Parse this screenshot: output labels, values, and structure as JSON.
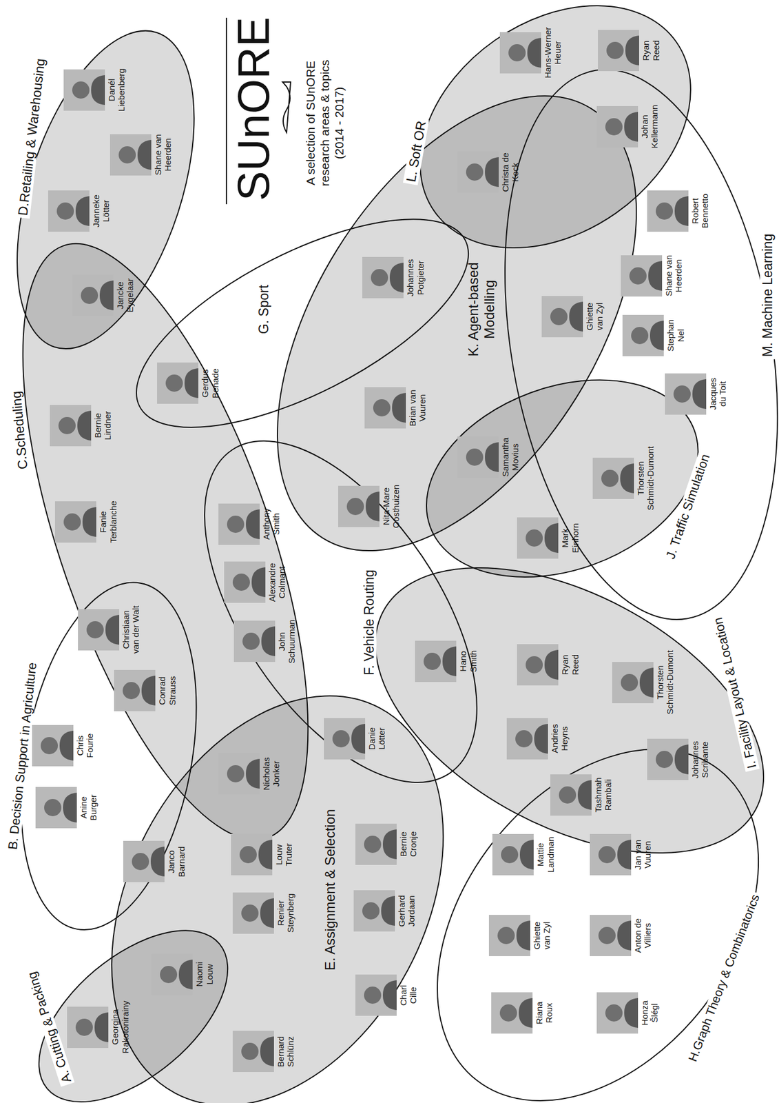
{
  "diagram": {
    "title": "A selection of SUnORE research areas & topics (2014 - 2017)",
    "nodes": [
      {
        "text": [
          "A. Cutting & Packing"
        ]
      },
      {
        "text": [
          "B. Decision Support in Agriculture"
        ]
      },
      {
        "text": [
          "C.Scheduling"
        ]
      },
      {
        "text": [
          "D.Retailing & Warehousing"
        ]
      },
      {
        "text": [
          "E. Assignment & Selection"
        ]
      },
      {
        "text": [
          "F. Vehicle Routing"
        ]
      },
      {
        "text": [
          "G. Sport"
        ]
      },
      {
        "text": [
          "H.Graph Theory & Combinatorics"
        ]
      },
      {
        "text": [
          "I. Facility Layout & Location"
        ]
      },
      {
        "text": [
          "J. Traffic Simulation"
        ]
      },
      {
        "text": [
          "K. Agent-based Modelling"
        ]
      },
      {
        "text": [
          "L. Soft OR"
        ]
      },
      {
        "text": [
          "M. Machine Learning"
        ]
      },
      {
        "text": [
          "Georgina Rakotonirainy"
        ],
        "in": 0
      },
      {
        "text": [
          "Naomi Louw"
        ],
        "in": 0
      },
      {
        "text": [
          "Chris Fourie"
        ],
        "in": 1
      },
      {
        "text": [
          "Anine Burger"
        ],
        "in": 1
      },
      {
        "text": [
          "Janco Barnard"
        ],
        "in": 1
      },
      {
        "text": [
          "Conrad Strauss"
        ],
        "in": 1
      },
      {
        "text": [
          "Christiaan van der Walt"
        ],
        "in": 1
      },
      {
        "text": [
          "Bernie Lindner"
        ],
        "in": 2
      },
      {
        "text": [
          "Fanie Terblanche"
        ],
        "in": 2
      },
      {
        "text": [
          "Nicholas Jonker"
        ],
        "in": 2
      },
      {
        "text": [
          "Danél Liebenberg"
        ],
        "in": 3
      },
      {
        "text": [
          "Shane van Heerden"
        ],
        "in": 3
      },
      {
        "text": [
          "Janneke Lötter"
        ],
        "in": 3
      },
      {
        "text": [
          "Jancke Eygelaar"
        ],
        "in": 3
      },
      {
        "text": [
          "Bernard Schlünz"
        ],
        "in": 4
      },
      {
        "text": [
          "Charl Cille"
        ],
        "in": 4
      },
      {
        "text": [
          "Renier Steynberg"
        ],
        "in": 4
      },
      {
        "text": [
          "Gerhard Jordaan"
        ],
        "in": 4
      },
      {
        "text": [
          "Louw Truter"
        ],
        "in": 4
      },
      {
        "text": [
          "Bernie Cronje"
        ],
        "in": 4
      },
      {
        "text": [
          "Danie Lötter"
        ],
        "in": 4
      },
      {
        "text": [
          "John Schuurman"
        ],
        "in": 5
      },
      {
        "text": [
          "Alexandre Colmant"
        ],
        "in": 5
      },
      {
        "text": [
          "Anthony Smith"
        ],
        "in": 5
      },
      {
        "text": [
          "Nita-Mare Oosthuizen"
        ],
        "in": 5
      },
      {
        "text": [
          "Gerdus Benade"
        ],
        "in": 6
      },
      {
        "text": [
          "Johannes Potgieter"
        ],
        "in": 6
      },
      {
        "text": [
          "Riana Roux"
        ],
        "in": 7
      },
      {
        "text": [
          "Ghiette van Zyl"
        ],
        "in": 7
      },
      {
        "text": [
          "Mattie Landman"
        ],
        "in": 7
      },
      {
        "text": [
          "Honza Šlégl"
        ],
        "in": 7
      },
      {
        "text": [
          "Anton de Villiers"
        ],
        "in": 7
      },
      {
        "text": [
          "Jan van Vuuren"
        ],
        "in": 7
      },
      {
        "text": [
          "Hano Smith"
        ],
        "in": 8
      },
      {
        "text": [
          "Ryan Reed"
        ],
        "in": 8
      },
      {
        "text": [
          "Thorsten Schmidt-Dumont"
        ],
        "in": 8
      },
      {
        "text": [
          "Andries Heyns"
        ],
        "in": 8
      },
      {
        "text": [
          "Johannes Scribante"
        ],
        "in": 8
      },
      {
        "text": [
          "Tashmah Rambali"
        ],
        "in": 8
      },
      {
        "text": [
          "Samantha Movius"
        ],
        "in": 9
      },
      {
        "text": [
          "Mark Einhorn"
        ],
        "in": 9
      },
      {
        "text": [
          "Thorsten Schmidt-Dumont"
        ],
        "in": 9
      },
      {
        "text": [
          "Brian van Vuuren"
        ],
        "in": 10
      },
      {
        "text": [
          "Christa de Kock"
        ],
        "in": 10
      },
      {
        "text": [
          "Hans-Werner Heuer"
        ],
        "in": 11
      },
      {
        "text": [
          "Ryan Reed"
        ],
        "in": 11
      },
      {
        "text": [
          "Johan Kellermann"
        ],
        "in": 12
      },
      {
        "text": [
          "Ghiette van Zyl"
        ],
        "in": 12
      },
      {
        "text": [
          "Robert Bennetto"
        ],
        "in": 12
      },
      {
        "text": [
          "Shane van Heerden"
        ],
        "in": 12
      },
      {
        "text": [
          "Stephan Nel"
        ],
        "in": 12
      },
      {
        "text": [
          "Jacques du Toit"
        ],
        "in": 12
      }
    ],
    "labels": [
      "SUnORE"
    ]
  }
}
